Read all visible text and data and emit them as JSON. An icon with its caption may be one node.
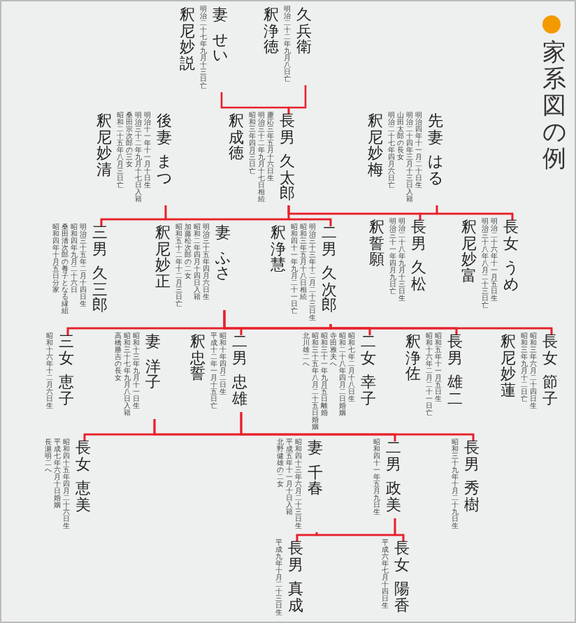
{
  "diagram": {
    "title": "家系図の例",
    "nodes": [
      {
        "text": [
          "釈浄徳",
          "明治二十二年九月八日亡",
          "久兵衛"
        ]
      },
      {
        "text": [
          "釈尼妙説",
          "明治二十七年九月十三日亡",
          "妻",
          "せい"
        ]
      },
      {
        "text": [
          "釈尼妙梅",
          "明治二十七年四月六日亡",
          "山田太郎の長女",
          "明治二十四年三月十三日入籍",
          "明治四年十一月二十日生",
          "先妻",
          "はる"
        ]
      },
      {
        "text": [
          "釈成徳",
          "昭和三年四月三日亡",
          "明治三十二年九月十七日相続",
          "慶応三年五月十六日生",
          "長男",
          "久太郎"
        ]
      },
      {
        "text": [
          "釈尼妙清",
          "昭和二十五年八月三日亡",
          "桑田宗次郎の三女",
          "明治三十二年九月十七日入籍",
          "明治十一年十一月十日生",
          "後妻",
          "まつ"
        ]
      },
      {
        "text": [
          "釈尼妙富",
          "明治三十八年八月二十三日亡",
          "明治二十六年十一月五日生",
          "長女",
          "うめ"
        ]
      },
      {
        "text": [
          "釈誓願",
          "明治三十一年四月九日亡",
          "明治二十八年九月十三日生",
          "長男",
          "久松"
        ]
      },
      {
        "text": [
          "釈浄慧",
          "昭和四十一年九月二十一日亡",
          "昭和三年五月十八日相続",
          "明治三十三年十二月二十三日生",
          "二男",
          "久次郎"
        ]
      },
      {
        "text": [
          "釈尼妙正",
          "昭和五十二年十二月三日亡",
          "加藤松次郎の二女",
          "昭和二年四月十四日入籍",
          "明治三十五年四月六日生",
          "妻",
          "ふさ"
        ]
      },
      {
        "text": [
          "昭和四年十月五日分家",
          "桑田清次郎の養子となる縁組",
          "昭和四年九月二十六日",
          "明治三十五年二月十四日生",
          "三男",
          "久三郎"
        ]
      },
      {
        "text": [
          "釈尼妙蓮",
          "昭和三年九月十二日亡",
          "昭和三年六月二十四日生",
          "長女",
          "節子"
        ]
      },
      {
        "text": [
          "釈浄佐",
          "昭和十六年二月二十一日亡",
          "昭和五年十一月五日生",
          "長男",
          "雄二"
        ]
      },
      {
        "text": [
          "北川雄二へ",
          "昭和三十五年八月二十五日婚姻",
          "昭和三十一年九月五日離婚",
          "寺田雅夫へ",
          "昭和二十八年四月二日婚姻",
          "昭和七年二月十八日生",
          "二女",
          "幸子"
        ]
      },
      {
        "text": [
          "釈忠誓",
          "平成十二年一月十五日亡",
          "昭和十年四月二日生",
          "二男",
          "忠雄"
        ]
      },
      {
        "text": [
          "高橋勝吉の長女",
          "昭和三十七年九月八日入籍",
          "昭和十三年九月十一日生",
          "妻",
          "洋子"
        ]
      },
      {
        "text": [
          "昭和十六年十二月六日生",
          "三女",
          "恵子"
        ]
      },
      {
        "text": [
          "昭和三十九年十月二十九日生",
          "長男",
          "秀樹"
        ]
      },
      {
        "text": [
          "昭和四十一年五月九日生",
          "二男",
          "政美"
        ]
      },
      {
        "text": [
          "北野健雄の二女",
          "平成五年十一月十日入籍",
          "昭和四十三年六月二十三日生",
          "妻",
          "千春"
        ]
      },
      {
        "text": [
          "長瀬明二へ",
          "平成七年六月十日婚姻",
          "昭和四十五年四月二十六日生",
          "長女",
          "恵美"
        ]
      },
      {
        "text": [
          "平成六年七月十四日生",
          "長女",
          "陽香"
        ]
      },
      {
        "text": [
          "平成九年十月二十三日生",
          "長男",
          "真成"
        ]
      }
    ],
    "edges": [
      {
        "from": 0,
        "to": 3,
        "arrow": "none"
      },
      {
        "from": 1,
        "to": 3,
        "arrow": "none"
      },
      {
        "from": 2,
        "to": 5,
        "arrow": "none"
      },
      {
        "from": 3,
        "to": 5,
        "arrow": "none"
      },
      {
        "from": 2,
        "to": 6,
        "arrow": "none"
      },
      {
        "from": 3,
        "to": 6,
        "arrow": "none"
      },
      {
        "from": 3,
        "to": 7,
        "arrow": "none"
      },
      {
        "from": 4,
        "to": 7,
        "arrow": "none"
      },
      {
        "from": 3,
        "to": 9,
        "arrow": "none"
      },
      {
        "from": 4,
        "to": 9,
        "arrow": "none"
      },
      {
        "from": 7,
        "to": 10,
        "arrow": "none"
      },
      {
        "from": 8,
        "to": 10,
        "arrow": "none"
      },
      {
        "from": 7,
        "to": 11,
        "arrow": "none"
      },
      {
        "from": 8,
        "to": 11,
        "arrow": "none"
      },
      {
        "from": 7,
        "to": 12,
        "arrow": "none"
      },
      {
        "from": 8,
        "to": 12,
        "arrow": "none"
      },
      {
        "from": 7,
        "to": 13,
        "arrow": "none"
      },
      {
        "from": 8,
        "to": 13,
        "arrow": "none"
      },
      {
        "from": 7,
        "to": 15,
        "arrow": "none"
      },
      {
        "from": 8,
        "to": 15,
        "arrow": "none"
      },
      {
        "from": 13,
        "to": 16,
        "arrow": "none"
      },
      {
        "from": 14,
        "to": 16,
        "arrow": "none"
      },
      {
        "from": 13,
        "to": 17,
        "arrow": "none"
      },
      {
        "from": 14,
        "to": 17,
        "arrow": "none"
      },
      {
        "from": 13,
        "to": 19,
        "arrow": "none"
      },
      {
        "from": 14,
        "to": 19,
        "arrow": "none"
      },
      {
        "from": 17,
        "to": 20,
        "arrow": "none"
      },
      {
        "from": 18,
        "to": 20,
        "arrow": "none"
      },
      {
        "from": 17,
        "to": 21,
        "arrow": "none"
      },
      {
        "from": 18,
        "to": 21,
        "arrow": "none"
      }
    ]
  }
}
